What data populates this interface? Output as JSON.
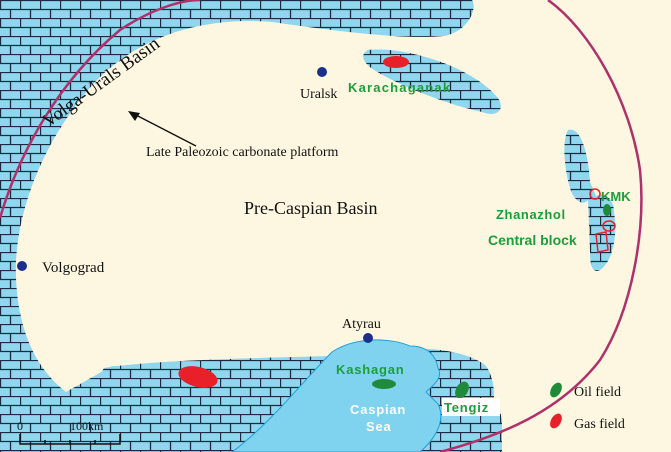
{
  "regions": {
    "volga_urals": "Volga-Urals Basin",
    "pre_caspian": "Pre-Caspian Basin",
    "platform": "Late Paleozoic carbonate platform"
  },
  "cities": {
    "uralsk": "Uralsk",
    "volgograd": "Volgograd",
    "atyrau": "Atyrau"
  },
  "fields": {
    "karachaganak": "Karachaganak",
    "kmk": "KMK",
    "zhanazhol": "Zhanazhol",
    "central_block": "Central block",
    "kashagan": "Kashagan",
    "tengiz": "Tengiz"
  },
  "sea": {
    "line1": "Caspian",
    "line2": "Sea"
  },
  "legend": {
    "oil": "Oil field",
    "gas": "Gas field"
  },
  "scale": {
    "start": "0",
    "end": "100km"
  },
  "colors": {
    "background": "#fdf7e1",
    "platform": "#8fd6ef",
    "brick_line": "#1a2a40",
    "basin_boundary": "#b0306a",
    "sea": "#7fd3ef",
    "oil": "#1f8a3a",
    "gas": "#e8202a",
    "city": "#1a2f8c",
    "field_label": "#1c9e3a"
  }
}
